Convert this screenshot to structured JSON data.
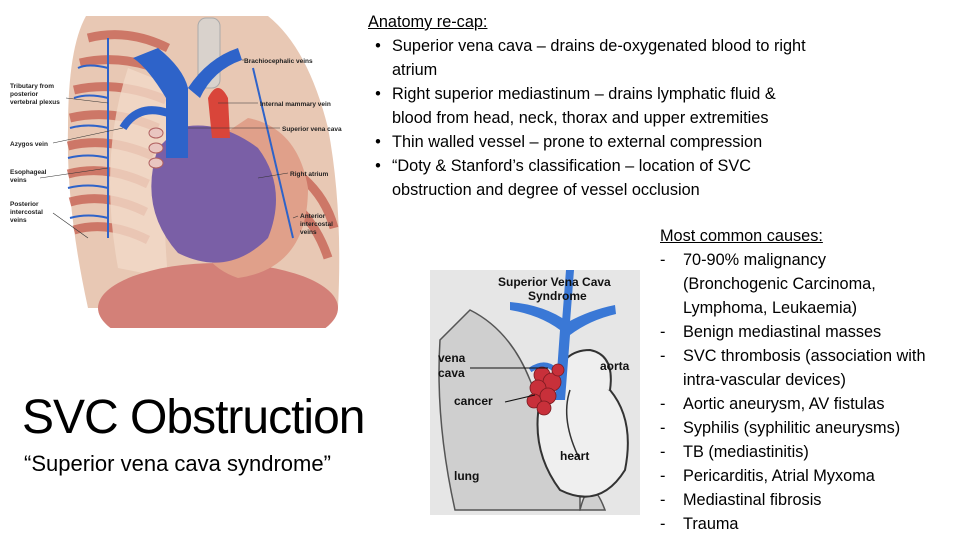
{
  "title": "SVC Obstruction",
  "subtitle": "“Superior vena cava syndrome”",
  "anatomy_labels": {
    "brachiocephalic": "Brachiocephalic veins",
    "internal_mammary": "Internal mammary vein",
    "superior_vena_cava": "Superior vena cava",
    "right_atrium": "Right atrium",
    "anterior_intercostal_1": "Anterior",
    "anterior_intercostal_2": "intercostal",
    "anterior_intercostal_3": "veins",
    "tributary_1": "Tributary from",
    "tributary_2": "posterior",
    "tributary_3": "vertebral plexus",
    "azygos": "Azygos vein",
    "esophageal_1": "Esophageal",
    "esophageal_2": "veins",
    "posterior_intercostal_1": "Posterior",
    "posterior_intercostal_2": "intercostal",
    "posterior_intercostal_3": "veins"
  },
  "recap": {
    "heading": "Anatomy re-cap:",
    "items": [
      {
        "bullet": "•",
        "lines": [
          "Superior vena cava – drains de-oxygenated blood to right",
          "atrium"
        ]
      },
      {
        "bullet": "•",
        "lines": [
          "Right superior mediastinum – drains lymphatic fluid &",
          "blood from head, neck, thorax and upper extremities"
        ]
      },
      {
        "bullet": "•",
        "lines": [
          "Thin walled vessel – prone to external compression"
        ]
      },
      {
        "bullet": "•",
        "lines": [
          "“Doty & Stanford’s classification – location of SVC",
          "obstruction and degree of vessel occlusion"
        ]
      }
    ]
  },
  "causes": {
    "heading": "Most common causes:",
    "items": [
      {
        "dash": "-",
        "lines": [
          "70-90% malignancy",
          "(Bronchogenic Carcinoma,",
          "Lymphoma, Leukaemia)"
        ]
      },
      {
        "dash": "-",
        "lines": [
          "Benign mediastinal masses"
        ]
      },
      {
        "dash": "-",
        "lines": [
          "SVC thrombosis (association with",
          "intra-vascular devices)"
        ]
      },
      {
        "dash": "-",
        "lines": [
          "Aortic aneurysm, AV fistulas"
        ]
      },
      {
        "dash": "-",
        "lines": [
          "Syphilis (syphilitic aneurysms)"
        ]
      },
      {
        "dash": "-",
        "lines": [
          "TB (mediastinitis)"
        ]
      },
      {
        "dash": "-",
        "lines": [
          "Pericarditis, Atrial Myxoma"
        ]
      },
      {
        "dash": "-",
        "lines": [
          "Mediastinal fibrosis"
        ]
      },
      {
        "dash": "-",
        "lines": [
          "Trauma"
        ]
      }
    ]
  },
  "svc_diagram": {
    "title_1": "Superior Vena Cava",
    "title_2": "Syndrome",
    "vena_cava_1": "vena",
    "vena_cava_2": "cava",
    "aorta": "aorta",
    "cancer": "cancer",
    "heart": "heart",
    "lung": "lung"
  },
  "colors": {
    "vein_blue": "#2e63c9",
    "heart_purple": "#7a5fa6",
    "tumor_red": "#c8303a",
    "rib_tan": "#d99a86"
  }
}
